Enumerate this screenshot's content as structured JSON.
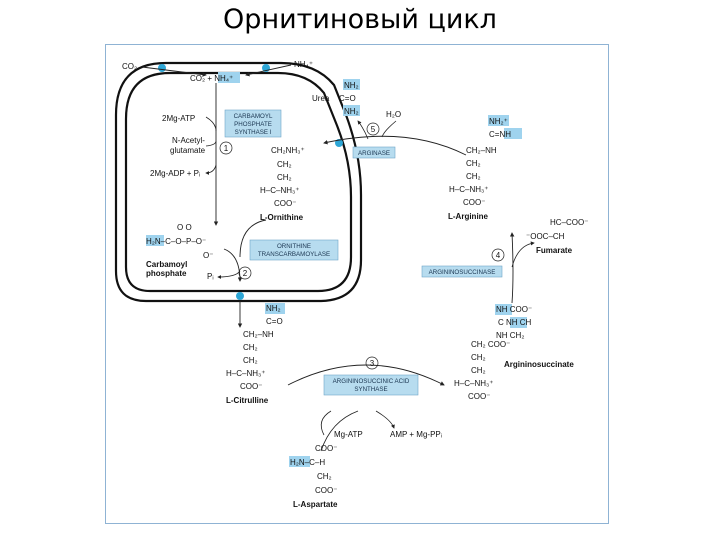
{
  "title": "Орнитиновый цикл",
  "colors": {
    "highlight": "#9fd3ee",
    "transporter_dot": "#2da6d6",
    "box_fill": "#b7dcef",
    "frame": "#8fb3d4"
  },
  "labels": {
    "co2_out": "CO₂",
    "co2_in": "CO₂ + NH₄⁺",
    "nh4_out": "NH₄⁺",
    "atp2": "2Mg-ATP",
    "nacetyl": "N-Acetyl-",
    "glutamate": "glutamate",
    "adp2": "2Mg-ADP + Pᵢ",
    "carbamoyl1": "Carbamoyl",
    "carbamoyl2": "phosphate",
    "pi": "Pᵢ",
    "urea": "Urea",
    "h2o": "H₂O",
    "ornithine": "L-Ornithine",
    "arginine": "L-Arginine",
    "citrulline": "L-Citrulline",
    "fumarate": "Fumarate",
    "argininosuccinate": "Argininosuccinate",
    "aspartate": "L-Aspartate",
    "mgatp": "Mg-ATP",
    "amp": "AMP + Mg-PPᵢ"
  },
  "structures": {
    "urea": {
      "l1": "NH₂",
      "l2": "C=O",
      "l3": "NH₂"
    },
    "carbamoyl_top": "O      O",
    "carbamoyl_main": "H₂N–C–O–P–O⁻",
    "carbamoyl_bot": "O⁻",
    "ornithine": {
      "l1": "CH₂NH₃⁺",
      "l2": "CH₂",
      "l3": "CH₂",
      "l4": "H–C–NH₃⁺",
      "l5": "COO⁻"
    },
    "arginine": {
      "l1": "NH₂⁺",
      "l2": "C=NH",
      "l3": "CH₂–NH",
      "l4": "CH₂",
      "l5": "CH₂",
      "l6": "H–C–NH₃⁺",
      "l7": "COO⁻"
    },
    "citrulline": {
      "l1": "NH₂",
      "l2": "C=O",
      "l3": "CH₂–NH",
      "l4": "CH₂",
      "l5": "CH₂",
      "l6": "H–C–NH₃⁺",
      "l7": "COO⁻"
    },
    "fumarate": {
      "l1": "HC–COO⁻",
      "l2": "⁻OOC–CH"
    },
    "argininosuccinate": {
      "l1": "NH     COO⁻",
      "l2": "C    NH    CH",
      "l3": "NH      CH₂",
      "l4": "CH₂     COO⁻",
      "l5": "CH₂",
      "l6": "CH₂",
      "l7": "H–C–NH₃⁺",
      "l8": "COO⁻"
    },
    "aspartate": {
      "l1": "COO⁻",
      "l2": "H₂N–C–H",
      "l3": "CH₂",
      "l4": "COO⁻"
    }
  },
  "enzymes": {
    "cps": {
      "l1": "CARBAMOYL",
      "l2": "PHOSPHATE",
      "l3": "SYNTHASE I",
      "step": "1"
    },
    "otc": {
      "l1": "ORNITHINE",
      "l2": "TRANSCARBAMOYLASE",
      "step": "2"
    },
    "ass": {
      "l1": "ARGININOSUCCINIC ACID",
      "l2": "SYNTHASE",
      "step": "3"
    },
    "asl": {
      "l1": "ARGININOSUCCINASE",
      "step": "4"
    },
    "arg": {
      "l1": "ARGINASE",
      "step": "5"
    }
  }
}
